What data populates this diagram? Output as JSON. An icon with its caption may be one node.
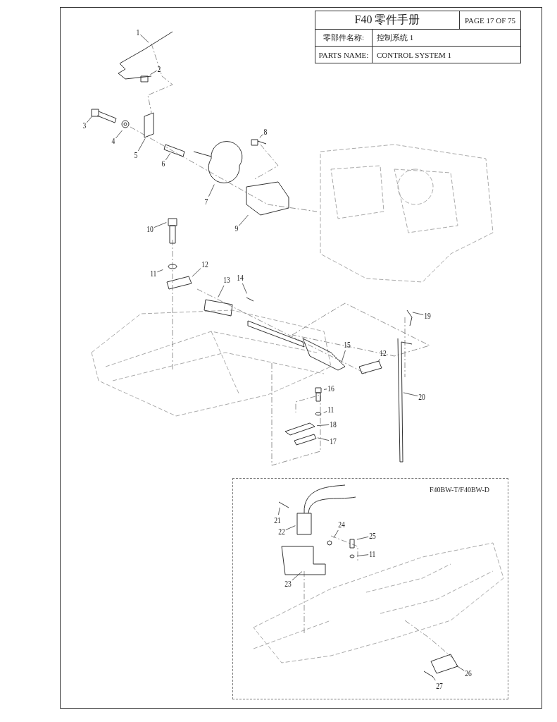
{
  "diagram": {
    "title": "F40 零件手册",
    "nodes": [
      {
        "text": [
          "1"
        ]
      },
      {
        "text": [
          "2"
        ]
      },
      {
        "text": [
          "3"
        ]
      },
      {
        "text": [
          "4"
        ]
      },
      {
        "text": [
          "5"
        ]
      },
      {
        "text": [
          "6"
        ]
      },
      {
        "text": [
          "7"
        ]
      },
      {
        "text": [
          "8"
        ]
      },
      {
        "text": [
          "9"
        ]
      },
      {
        "text": [
          "10"
        ]
      },
      {
        "text": [
          "11"
        ]
      },
      {
        "text": [
          "12"
        ]
      },
      {
        "text": [
          "13"
        ]
      },
      {
        "text": [
          "14"
        ]
      },
      {
        "text": [
          "15"
        ]
      },
      {
        "text": [
          "12"
        ]
      },
      {
        "text": [
          "16"
        ]
      },
      {
        "text": [
          "11"
        ]
      },
      {
        "text": [
          "18"
        ]
      },
      {
        "text": [
          "17"
        ]
      },
      {
        "text": [
          "19"
        ]
      },
      {
        "text": [
          "20"
        ]
      },
      {
        "text": [
          "F40BW-T/F40BW-D"
        ]
      },
      {
        "text": [
          "21"
        ],
        "in": 22
      },
      {
        "text": [
          "22"
        ],
        "in": 22
      },
      {
        "text": [
          "24"
        ],
        "in": 22
      },
      {
        "text": [
          "25"
        ],
        "in": 22
      },
      {
        "text": [
          "11"
        ],
        "in": 22
      },
      {
        "text": [
          "23"
        ],
        "in": 22
      },
      {
        "text": [
          "26"
        ],
        "in": 22
      },
      {
        "text": [
          "27"
        ],
        "in": 22
      }
    ],
    "edges": [
      {
        "from": 0,
        "to": null,
        "arrow": "none"
      },
      {
        "from": 1,
        "to": null,
        "arrow": "none"
      },
      {
        "from": 2,
        "to": null,
        "arrow": "none"
      },
      {
        "from": 3,
        "to": null,
        "arrow": "none"
      },
      {
        "from": 4,
        "to": null,
        "arrow": "none"
      },
      {
        "from": 5,
        "to": null,
        "arrow": "none"
      },
      {
        "from": 6,
        "to": null,
        "arrow": "none"
      },
      {
        "from": 7,
        "to": null,
        "arrow": "none"
      },
      {
        "from": 8,
        "to": null,
        "arrow": "none"
      },
      {
        "from": 9,
        "to": null,
        "arrow": "none"
      },
      {
        "from": 10,
        "to": null,
        "arrow": "none"
      },
      {
        "from": 11,
        "to": null,
        "arrow": "none"
      },
      {
        "from": 12,
        "to": null,
        "arrow": "none"
      },
      {
        "from": 13,
        "to": null,
        "arrow": "none"
      },
      {
        "from": 14,
        "to": null,
        "arrow": "none"
      },
      {
        "from": 15,
        "to": null,
        "arrow": "none"
      },
      {
        "from": 16,
        "to": null,
        "arrow": "none"
      },
      {
        "from": 17,
        "to": null,
        "arrow": "none"
      },
      {
        "from": 18,
        "to": null,
        "arrow": "none"
      },
      {
        "from": 19,
        "to": null,
        "arrow": "none"
      },
      {
        "from": 20,
        "to": null,
        "arrow": "none"
      },
      {
        "from": 21,
        "to": null,
        "arrow": "none"
      },
      {
        "from": 23,
        "to": null,
        "arrow": "none"
      },
      {
        "from": 24,
        "to": null,
        "arrow": "none"
      },
      {
        "from": 25,
        "to": null,
        "arrow": "none"
      },
      {
        "from": 26,
        "to": null,
        "arrow": "none"
      },
      {
        "from": 27,
        "to": null,
        "arrow": "none"
      },
      {
        "from": 28,
        "to": null,
        "arrow": "none"
      },
      {
        "from": 29,
        "to": null,
        "arrow": "none"
      },
      {
        "from": 30,
        "to": null,
        "arrow": "none"
      }
    ],
    "labels": [
      "PAGE 17 OF 75",
      "零部件名称:",
      "控制系统 1",
      "PARTS NAME:",
      "CONTROL SYSTEM 1"
    ]
  }
}
